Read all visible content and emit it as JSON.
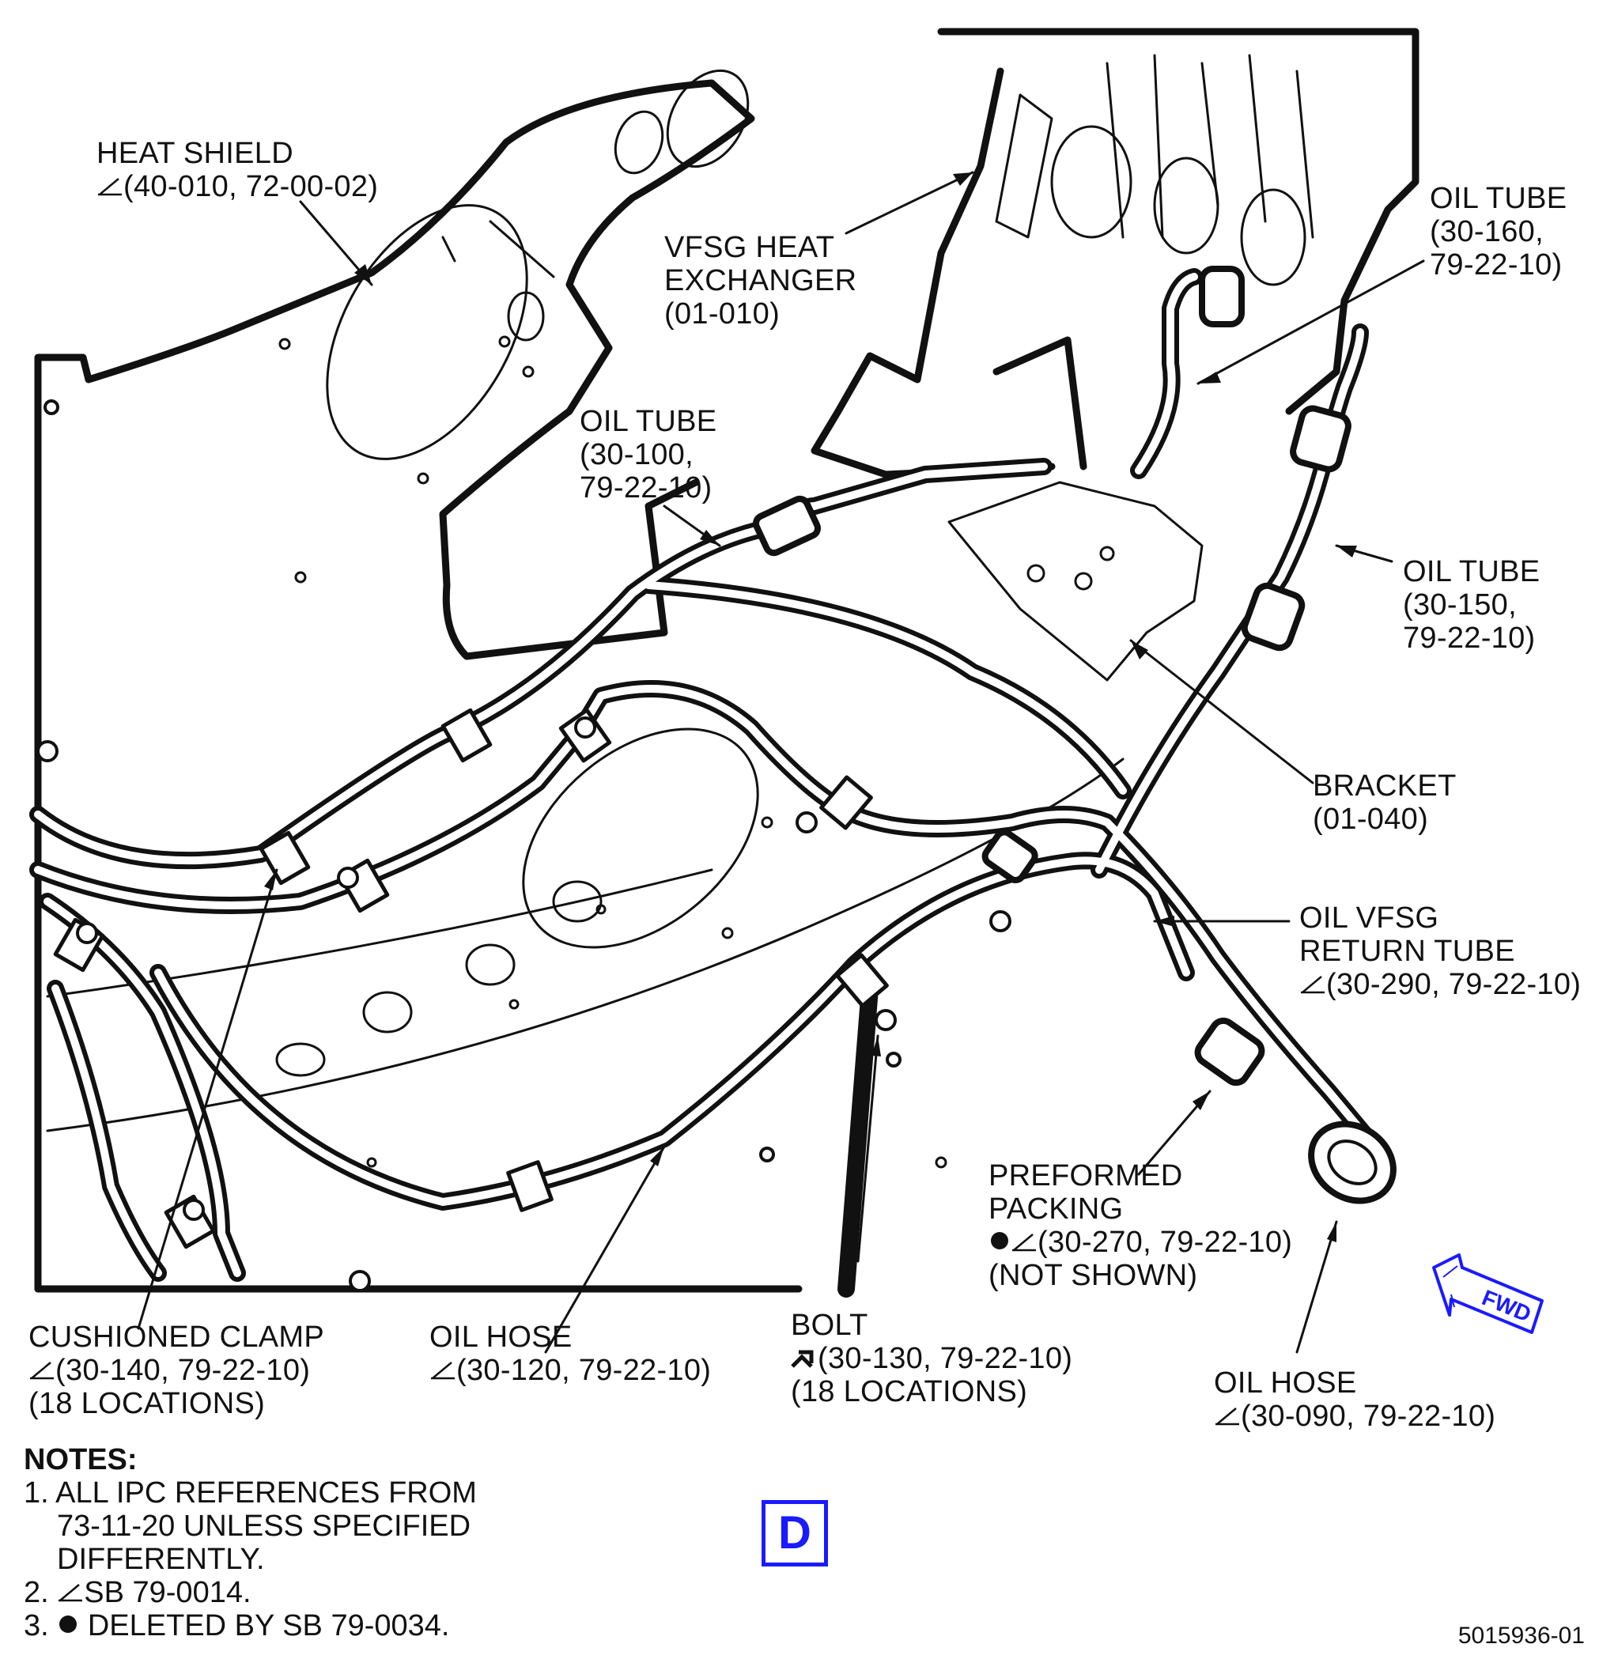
{
  "labels": {
    "heat_shield": [
      "HEAT SHIELD",
      "(40-010, 72-00-02)"
    ],
    "vfsg_heat_exchanger": [
      "VFSG HEAT",
      "EXCHANGER",
      "(01-010)"
    ],
    "oil_tube_160": [
      "OIL TUBE",
      "(30-160,",
      "79-22-10)"
    ],
    "oil_tube_100": [
      "OIL TUBE",
      "(30-100,",
      "79-22-10)"
    ],
    "oil_tube_150": [
      "OIL TUBE",
      "(30-150,",
      "79-22-10)"
    ],
    "bracket": [
      "BRACKET",
      "(01-040)"
    ],
    "oil_vfsg_return_tube": [
      "OIL VFSG",
      "RETURN TUBE",
      "(30-290, 79-22-10)"
    ],
    "preformed_packing": [
      "PREFORMED",
      "PACKING",
      "(30-270, 79-22-10)",
      "(NOT SHOWN)"
    ],
    "cushioned_clamp": [
      "CUSHIONED CLAMP",
      "(30-140, 79-22-10)",
      "(18 LOCATIONS)"
    ],
    "oil_hose_120": [
      "OIL HOSE",
      "(30-120, 79-22-10)"
    ],
    "bolt": [
      "BOLT",
      "(30-130, 79-22-10)",
      "(18 LOCATIONS)"
    ],
    "oil_hose_090": [
      "OIL HOSE",
      "(30-090, 79-22-10)"
    ]
  },
  "notes": {
    "heading": "NOTES:",
    "n1_l1": "1. ALL IPC REFERENCES FROM",
    "n1_l2": "73-11-20 UNLESS SPECIFIED",
    "n1_l3": "DIFFERENTLY.",
    "n2": "SB 79-0014.",
    "n2_num": "2.",
    "n3_num": "3.",
    "n3": "DELETED BY SB 79-0034."
  },
  "view_letter": "D",
  "fwd_label": "FWD",
  "doc_number": "5015936-01",
  "colors": {
    "ink": "#111111",
    "accent": "#1a1aff"
  },
  "icons": {
    "sb_flag": "service-bulletin-flag-icon",
    "deleted": "filled-circle-icon",
    "torque": "torque-arrow-icon"
  }
}
